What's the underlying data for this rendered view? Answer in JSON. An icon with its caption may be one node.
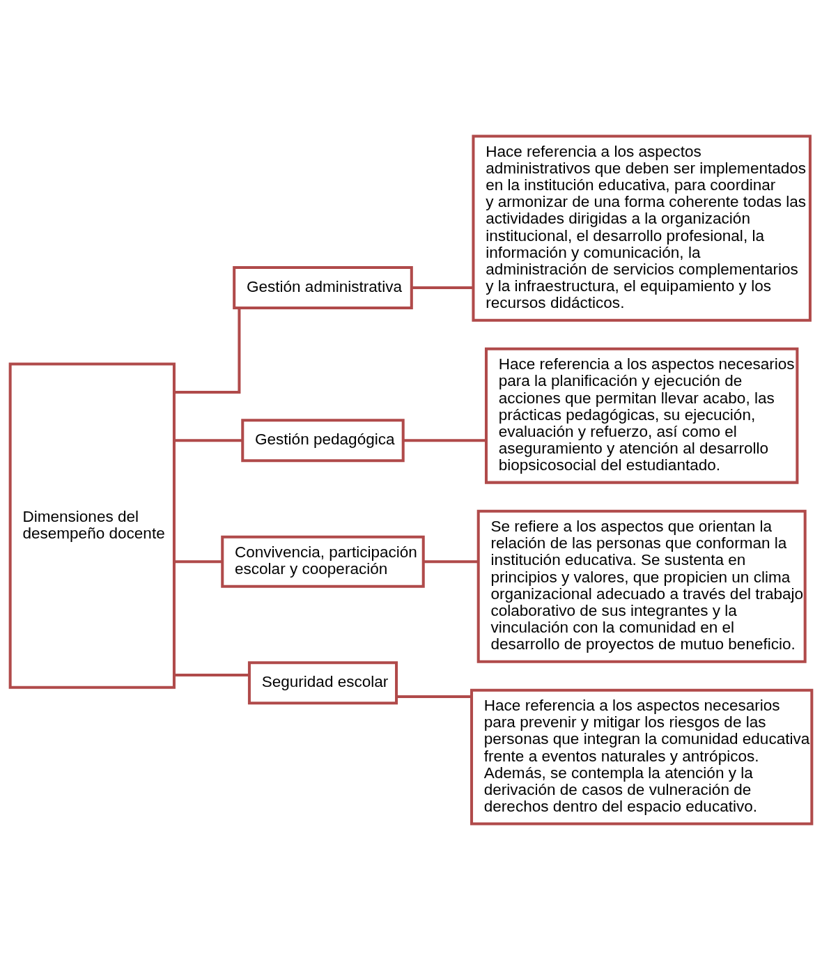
{
  "diagram": {
    "nodes": [
      {
        "text": [
          "Dimensiones del desempeño docente"
        ]
      },
      {
        "text": [
          "Gestión administrativa"
        ]
      },
      {
        "text": [
          "Hace referencia a los aspectos administrativos que deben ser implementados en la institución educativa, para coordinar y armonizar de una forma coherente todas las actividades dirigidas a la organización institucional, el desarrollo profesional, la información y comunicación, la administración de servicios complementarios y la infraestructura, el equipamiento y los recursos didácticos."
        ]
      },
      {
        "text": [
          "Gestión pedagógica"
        ]
      },
      {
        "text": [
          "Hace referencia a los aspectos necesarios para la planificación y ejecución de acciones que permitan llevar acabo, las prácticas pedagógicas, su ejecución, evaluación y refuerzo, así como el aseguramiento y atención al desarrollo biopsicosocial del estudiantado."
        ]
      },
      {
        "text": [
          "Convivencia, participación escolar y cooperación"
        ]
      },
      {
        "text": [
          "Se refiere a los aspectos que orientan la relación de las personas que conforman la institución educativa. Se sustenta en principios y valores, que propicien un clima organizacional adecuado a través del trabajo colaborativo de sus integrantes y la vinculación con la comunidad en el desarrollo de proyectos de mutuo beneficio."
        ]
      },
      {
        "text": [
          "Seguridad escolar"
        ]
      },
      {
        "text": [
          "Hace referencia a los aspectos necesarios para prevenir y mitigar los riesgos de las personas que integran la comunidad educativa frente a eventos naturales y antrópicos. Además, se contempla la atención y la derivación de casos de vulneración de derechos dentro del espacio educativo."
        ]
      }
    ],
    "edges": [
      {
        "from": 0,
        "to": 1,
        "arrow": "none"
      },
      {
        "from": 1,
        "to": 2,
        "arrow": "none"
      },
      {
        "from": 0,
        "to": 3,
        "arrow": "none"
      },
      {
        "from": 3,
        "to": 4,
        "arrow": "none"
      },
      {
        "from": 0,
        "to": 5,
        "arrow": "none"
      },
      {
        "from": 5,
        "to": 6,
        "arrow": "none"
      },
      {
        "from": 0,
        "to": 7,
        "arrow": "none"
      },
      {
        "from": 7,
        "to": 8,
        "arrow": "none"
      }
    ]
  }
}
